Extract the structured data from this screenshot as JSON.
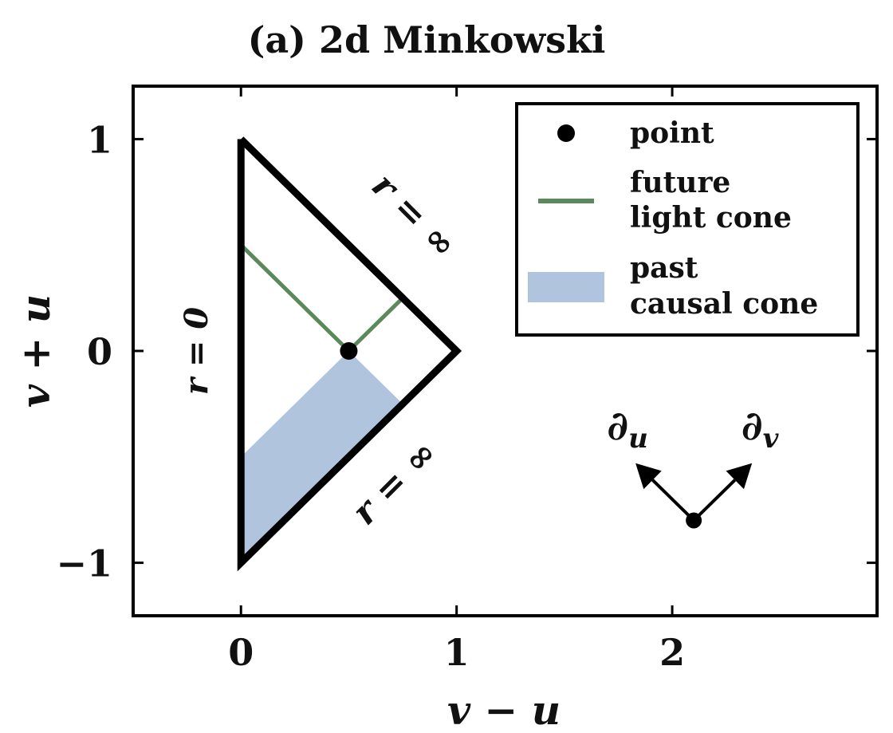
{
  "chart_data": {
    "type": "scatter",
    "title": "(a) 2d Minkowski",
    "xlabel": "v − u",
    "ylabel": "v + u",
    "xlim": [
      -0.5,
      2.95
    ],
    "ylim": [
      -1.25,
      1.25
    ],
    "xticks": [
      0,
      1,
      2
    ],
    "yticks": [
      1,
      0,
      -1
    ],
    "xtick_labels": [
      "0",
      "1",
      "2"
    ],
    "ytick_labels": [
      "1",
      "0",
      "−1"
    ],
    "grid": false,
    "legend_position": "top-right",
    "boundary": {
      "points": [
        [
          0,
          1
        ],
        [
          1,
          0
        ],
        [
          0,
          -1
        ],
        [
          0,
          1
        ]
      ],
      "labels": {
        "left": "r = 0",
        "upper_right": "r = ∞",
        "lower_right": "r = ∞"
      }
    },
    "series": [
      {
        "name": "point",
        "kind": "marker",
        "points": [
          [
            0.5,
            0
          ]
        ]
      },
      {
        "name": "future light cone",
        "kind": "line",
        "segments": [
          [
            [
              0.5,
              0
            ],
            [
              0,
              0.5
            ]
          ],
          [
            [
              0.5,
              0
            ],
            [
              0.75,
              0.25
            ]
          ]
        ]
      },
      {
        "name": "past causal cone",
        "kind": "area",
        "polygon": [
          [
            0.5,
            0
          ],
          [
            0.75,
            -0.25
          ],
          [
            0,
            -1
          ],
          [
            0,
            -0.5
          ]
        ]
      }
    ],
    "legend": [
      {
        "lines": [
          "point"
        ],
        "kind": "marker"
      },
      {
        "lines": [
          "future",
          "light cone"
        ],
        "kind": "line"
      },
      {
        "lines": [
          "past",
          "causal cone"
        ],
        "kind": "area"
      }
    ],
    "annotations": {
      "vectors": {
        "origin": [
          2.1,
          -0.8
        ],
        "arrows": [
          {
            "to": [
              1.83,
              -0.53
            ],
            "label": "∂u"
          },
          {
            "to": [
              2.37,
              -0.53
            ],
            "label": "∂v"
          }
        ]
      }
    },
    "colors": {
      "boundary": "#000000",
      "light_cone": "#5a8a5a",
      "causal_cone": "#b0c4de",
      "point": "#000000"
    }
  }
}
